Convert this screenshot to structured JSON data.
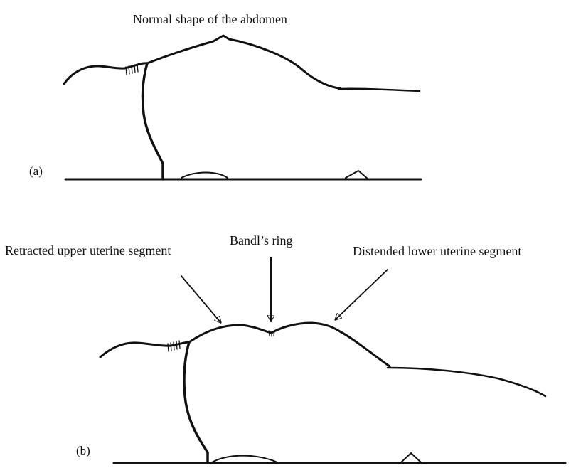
{
  "panel_a": {
    "title": "Normal shape of the abdomen",
    "label": "(a)"
  },
  "panel_b": {
    "label": "(b)",
    "annotations": {
      "retracted": "Retracted upper uterine segment",
      "bandl": "Bandl’s ring",
      "distended": "Distended lower uterine segment"
    }
  },
  "colors": {
    "ink": "#111111",
    "background": "#ffffff"
  }
}
